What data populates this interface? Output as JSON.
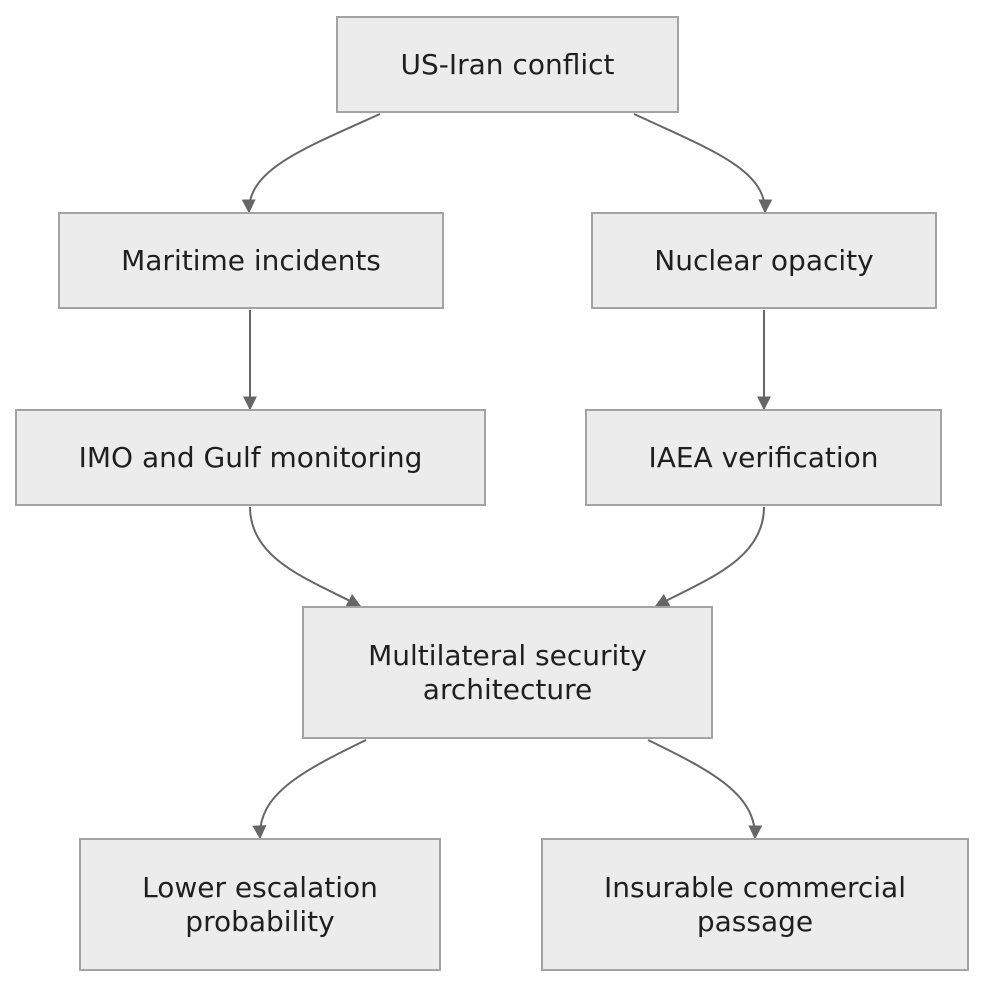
{
  "nodes": {
    "conflict": "US-Iran conflict",
    "maritime": "Maritime incidents",
    "nuclear": "Nuclear opacity",
    "imo": "IMO and Gulf monitoring",
    "iaea": "IAEA verification",
    "multilateral": [
      "Multilateral security",
      "architecture"
    ],
    "lower_escalation": [
      "Lower escalation",
      "probability"
    ],
    "insurable": [
      "Insurable commercial",
      "passage"
    ]
  },
  "edges": [
    {
      "from": "conflict",
      "to": "maritime"
    },
    {
      "from": "conflict",
      "to": "nuclear"
    },
    {
      "from": "maritime",
      "to": "imo"
    },
    {
      "from": "nuclear",
      "to": "iaea"
    },
    {
      "from": "imo",
      "to": "multilateral"
    },
    {
      "from": "iaea",
      "to": "multilateral"
    },
    {
      "from": "multilateral",
      "to": "lower_escalation"
    },
    {
      "from": "multilateral",
      "to": "insurable"
    }
  ],
  "colors": {
    "node_fill": "#ececec",
    "node_border": "#a3a3a3",
    "edge": "#666666",
    "text": "#1f1f1f"
  }
}
